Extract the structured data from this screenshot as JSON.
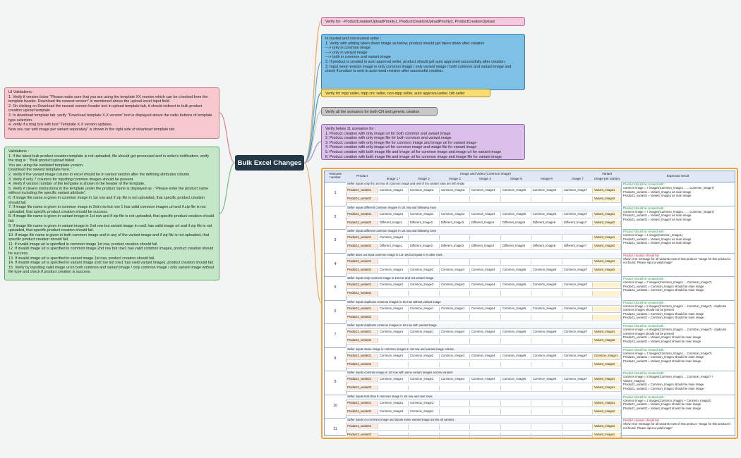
{
  "central": {
    "label": "Bulk Excel Changes"
  },
  "right_nodes": [
    {
      "text": "Verify for - ProductCreationUploadPriority1, ProductCreationUploadPriority2, ProductCreationUpload"
    },
    {
      "text": "In trusted and non-trusted seller :\n1. Verify with adding taken down image as below, product should get taken down after creation\n---> only in common image\n---> only in variant image\n---> both in common and variant image\n2. If product is created in auto approval seller, product should get auto approved successfully after creation.\n3. Input need revision image in only common image / only variant image / both common and variant image and check if product is sent to auto need revision after successful creation."
    },
    {
      "text": "Verify for mpp seller, mpp cnc seller, non-mpp seller, auto approval seller, bfb seller"
    },
    {
      "text": "Verify all the scenarios for both CN and generic creation"
    },
    {
      "text": "Verify below 11 scenarios for :\n1. Product creation with only image url for both common and variant image\n2. Product creation with only image file for both common and variant image\n3. Product creation with only image file for common image and image url for variant image\n4. Product creation with only image url for common image and image file for variant image\n5. Product creation with both image file and image url for common image and image url for variant image\n6. Product creation with both image file and image url for common image and image file for variant image"
    }
  ],
  "left_nodes": [
    {
      "text": "UI Validations :\n1. Verify if version ticker \"Please make sure that you are using the template XX version which can be checked from the template header. Download the newest version\" is mentioned above the upload excel input field.\n2. On clicking on Download the newest version header text in upload template tab, it should redirect to bulk product creation upload template\n3. In download template tab, verify \"Download template X.X version\" text is displayed above the radio buttons of template type selection.\n4. verify if a msg box with text \"Template X.X version updates.\nNow you can add image per variant separately\" is shown in the right side of download template tab"
    },
    {
      "text": "Validations :\n1. If the latest bulk product creation template is not uploaded, file should get processed and in seller's notification, verify the msg is : \"Bulk product upload failed\nYou are using the outdated template version.\nDownload the newest template here.\"\n2. Verify if the variant image column in excel should be in variant section after the defining attributes column.\n3. Verify if only 7 columns for inputting common images should be present.\n4. Verify if version number of the template is shown in the header of the template.\n5. Verify if clearer instructions in the template under the product name is displayed as : \"Please enter the product name without including the specific variant attribute\".\n6. If image file name is given in common image in 1st row and if zip file is not uploaded, that specific product creation should fail.\n7. If image file name is given in common image in 2nd row but row 1 has valid common images url and if zip file is not uploaded, that specific product creation should be success.\n8. If image file name is given in variant image in 1st row and if zip file is not uploaded, that specific product creation should fail.\n9. If image file name is given in variant image in 2nd row but variant image in row1 has valid image url and if zip file is not uploaded, that specific product creation should fail.\n10. If image file name is given in both common image and in any of the variant image and if zip file is not uploaded, that specific product creation should fail.\n11. If invalid image url is specified in common image 1st row, product creation should fail.\n12. If invalid image url is specified in common image 2nd row but row1 has valid common images, product creation should be success.\n13. If invalid image url is specified in variant image 1st row, product creation should fail.\n14. If invalid image url is specified in variant image 2nd row but row1 has valid variant images, product creation should fail.\n15. Verify by inputting valid image url in both common and variant image / only common image / only variant image without file type and check if product creation is success."
    }
  ],
  "table": {
    "headers": {
      "testcase": "Testcase number",
      "product": "Product",
      "images": "Image and Video (Common Image)",
      "variant": "Variant",
      "variant_sub": "Image per variant",
      "expected": "Expected result",
      "image_cols": [
        "Image 1 *",
        "Image 2",
        "Image 3",
        "Image 4",
        "Image 5",
        "Image 6",
        "Image 7"
      ]
    },
    "rows": [
      {
        "num": "1",
        "title": "Seller inputs only the 1st row of common image and rest of the variant rows are left empty",
        "lines": [
          {
            "cells": [
              "Product1_variant1",
              "Common_Image1",
              "Common_Image2",
              "Common_Image3",
              "Common_Image4",
              "Common_Image5",
              "Common_Image6",
              "Common_Image7",
              "Variant_Image1"
            ]
          },
          {
            "cells": [
              "Product1_variant2",
              "",
              "",
              "",
              "",
              "",
              "",
              "",
              "Variant_Image2"
            ]
          }
        ],
        "result_title": "Product should be created with :",
        "result_fail": false,
        "result_lines": [
          "common image = 7 images(Common_Image1 .......Common_Image7)",
          "Product1_variant1 = Variant_Image1 as main image",
          "Product1_variant2 = Variant_Image2 as main image"
        ]
      },
      {
        "num": "2",
        "title": "Seller inputs different common images in 1st row and following rows",
        "lines": [
          {
            "cells": [
              "Product1_variant1",
              "Common_Image1",
              "Common_Image2",
              "Common_Image3",
              "Common_Image4",
              "Common_Image5",
              "Common_Image6",
              "Common_Image7",
              "Variant_Image1"
            ]
          },
          {
            "cells": [
              "Product1_variant2",
              "Different_Image1",
              "Different_Image2",
              "Different_Image3",
              "Different_Image4",
              "Different_Image5",
              "Different_Image6",
              "Different_Image7",
              "Variant_Image2"
            ]
          }
        ],
        "result_title": "Product should be created with :",
        "result_fail": false,
        "result_lines": [
          "common image = 7 images(Common_Image1 .......Common_Image7)",
          "Product1_variant1 = Variant_Image1 as main image",
          "Product1_variant2 = Variant_Image2 as main image"
        ]
      },
      {
        "num": "3",
        "title": "Seller inputs different common images in 1st row and following rows",
        "lines": [
          {
            "cells": [
              "Product1_variant1",
              "Common_Image1",
              "",
              "",
              "",
              "",
              "",
              "",
              "Variant_Image1"
            ]
          },
          {
            "cells": [
              "Product1_variant2",
              "Different_Image1",
              "Different_Image2",
              "Different_Image3",
              "Different_Image4",
              "Different_Image5",
              "Different_Image6",
              "Different_Image7",
              "Variant_Image2"
            ]
          }
        ],
        "result_title": "Product should be created with :",
        "result_fail": false,
        "result_lines": [
          "common image = 1 image(Common_Image1)",
          "Product1_variant1 = Variant_Image1 as main image",
          "Product1_variant2 = Variant_Image2 as main image"
        ]
      },
      {
        "num": "4",
        "title": "Seller does not input common image in 1st row but inputs it in other rows",
        "lines": [
          {
            "cells": [
              "Product1_variant1",
              "",
              "",
              "",
              "",
              "",
              "",
              "",
              "Variant_Image1"
            ]
          },
          {
            "cells": [
              "Product1_variant2",
              "Common_Image1",
              "Common_Image2",
              "Common_Image3",
              "Common_Image4",
              "Common_Image5",
              "Common_Image6",
              "Common_Image7",
              "Variant_Image2"
            ]
          }
        ],
        "result_title": "Product creation should fail",
        "result_fail": true,
        "result_lines": [
          "Show error message for all variants rows of that product: \"Image for this product is not found. Please input a valid image\""
        ]
      },
      {
        "num": "5",
        "title": "Seller inputs only common image in 1st row and not variant image",
        "lines": [
          {
            "cells": [
              "Product1_variant1",
              "Common_Image1",
              "Common_Image2",
              "Common_Image3",
              "Common_Image4",
              "Common_Image5",
              "Common_Image6",
              "Common_Image7",
              ""
            ]
          },
          {
            "cells": [
              "Product1_variant2",
              "",
              "",
              "",
              "",
              "",
              "",
              "",
              ""
            ]
          }
        ],
        "result_title": "Product should be created with :",
        "result_fail": false,
        "result_lines": [
          "common image = 7 images(Common_Image1 ....Common_Image7)",
          "Product1_variant1 = Common_Image1 should be main image",
          "Product1_variant2 = Common_Image1 should be main image"
        ]
      },
      {
        "num": "6",
        "title": "Seller inputs duplicate common images in 1st row without variant image",
        "lines": [
          {
            "cells": [
              "Product1_variant1",
              "Common_Image1",
              "Common_Image1",
              "Common_Image1",
              "Common_Image4",
              "Common_Image5",
              "Common_Image6",
              "Common_Image7",
              ""
            ]
          },
          {
            "cells": [
              "Product1_variant2",
              "",
              "",
              "",
              "",
              "",
              "",
              "",
              ""
            ]
          }
        ],
        "result_title": "Product should be created with :",
        "result_fail": false,
        "result_lines": [
          "common image = 5 images(Common_Image1 ....Common_Image7) - duplicate common images should not be present",
          "Product1_variant1 = Common_Image1 should be main image",
          "Product1_variant2 = Common_Image1 should be main image"
        ]
      },
      {
        "num": "7",
        "title": "Seller inputs duplicate common images in 1st row with variant image",
        "lines": [
          {
            "cells": [
              "Product1_variant1",
              "Common_Image1",
              "Common_Image1",
              "Common_Image3",
              "Common_Image4",
              "Common_Image5",
              "Common_Image6",
              "Common_Image7",
              "Variant_Image1"
            ]
          },
          {
            "cells": [
              "Product1_variant2",
              "",
              "",
              "",
              "",
              "",
              "",
              "",
              "Variant_Image2"
            ]
          }
        ],
        "result_title": "Product should be created with :",
        "result_fail": false,
        "result_lines": [
          "common image = 6 images(Common_Image1 ....Common_Image7) - duplicate common images should not be present",
          "Product1_variant1 = Variant_Image1 should be main image",
          "Product1_variant2 = Variant_Image2 should be main image"
        ]
      },
      {
        "num": "8",
        "title": "Seller inputs same image in common images in 1st row and variant image column",
        "lines": [
          {
            "cells": [
              "Product1_variant1",
              "Common_Image1",
              "Common_Image2",
              "Common_Image3",
              "Common_Image4",
              "Common_Image5",
              "Common_Image6",
              "Common_Image7",
              "Common_Image1"
            ]
          },
          {
            "cells": [
              "Product1_variant2",
              "",
              "",
              "",
              "",
              "",
              "",
              "",
              "Variant_Image2"
            ]
          }
        ],
        "result_title": "Product should be created with :",
        "result_fail": false,
        "result_lines": [
          "common image = 7 images(Common_Image1 ....Common_Image7)",
          "Product1_variant1 = Common_Image1 should be main image",
          "Product1_variant2 = Variant_Image2 should be main image"
        ]
      },
      {
        "num": "9",
        "title": "Seller inputs common image in 1st row with same variant images across variants",
        "lines": [
          {
            "cells": [
              "Product1_variant1",
              "Common_Image1",
              "Common_Image2",
              "Common_Image3",
              "Common_Image4",
              "Common_Image5",
              "Common_Image6",
              "Common_Image7",
              "Variant_Image1"
            ]
          },
          {
            "cells": [
              "Product1_variant2",
              "",
              "",
              "",
              "",
              "",
              "",
              "",
              "Variant_Image1"
            ]
          }
        ],
        "result_title": "Product should be created with :",
        "result_fail": false,
        "result_lines": [
          "common image = 8 images(Common_Image1 ....Common_Image7 + Variant_Image1)",
          "Product1_variant1 = Common_Image1 should be main image",
          "Product1_variant2 = Common_Image1 should be main image"
        ]
      },
      {
        "num": "10",
        "title": "Seller inputs less than 8 common image in 1st row and next rows",
        "lines": [
          {
            "cells": [
              "Product1_variant1",
              "Common_Image1",
              "Common_Image2",
              "",
              "",
              "",
              "",
              "",
              "Variant_Image1"
            ]
          },
          {
            "cells": [
              "Product1_variant2",
              "Common_Image3",
              "Common_Image4",
              "",
              "",
              "",
              "",
              "",
              "Variant_Image2"
            ]
          }
        ],
        "result_title": "Product should be created with :",
        "result_fail": false,
        "result_lines": [
          "common image = 2 images(Common_Image1 + Common_Image2)",
          "Product1_variant1 = Variant_Image1 should be main image",
          "Product1_variant2 = Variant_Image2 should be main image"
        ]
      },
      {
        "num": "11",
        "title": "Seller inputs no common image and inputs same variant image across all variants",
        "lines": [
          {
            "cells": [
              "Product1_variant1",
              "",
              "",
              "",
              "",
              "",
              "",
              "",
              "Variant_Image1"
            ]
          },
          {
            "cells": [
              "Product1_variant2",
              "",
              "",
              "",
              "",
              "",
              "",
              "",
              "Variant_Image1"
            ]
          }
        ],
        "result_title": "Product creation should fail",
        "result_fail": true,
        "result_lines": [
          "Show error message for all variants rows of that product: \"Image for this product is not found. Please input a valid image\""
        ]
      }
    ]
  },
  "colors": {
    "central": "#253847",
    "table_border": "#f0a13a",
    "pass": "#1b9d3a",
    "fail": "#d1202a"
  }
}
